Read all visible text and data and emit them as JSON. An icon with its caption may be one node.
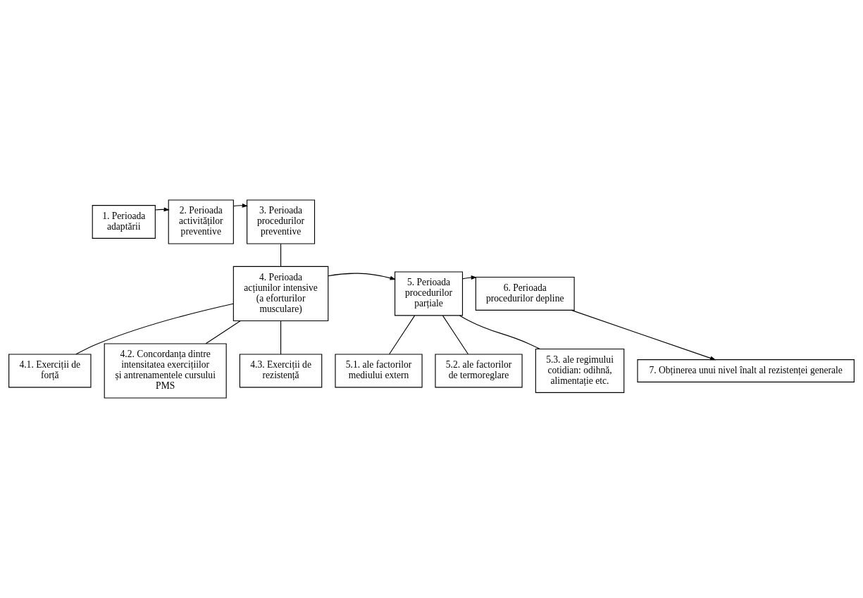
{
  "diagram": {
    "nodes": [
      {
        "text": [
          "1. Perioada adaptării"
        ]
      },
      {
        "text": [
          "2. Perioada activităților preventive"
        ]
      },
      {
        "text": [
          "3. Perioada procedurilor preventive"
        ]
      },
      {
        "text": [
          "4. Perioada acțiunilor intensive  (a eforturilor musculare)"
        ]
      },
      {
        "text": [
          "5. Perioada procedurilor parțiale"
        ]
      },
      {
        "text": [
          "6. Perioada procedurilor depline"
        ]
      },
      {
        "text": [
          "4.1. Exerciții de forță"
        ]
      },
      {
        "text": [
          "4.3. Exerciții de rezistență"
        ]
      },
      {
        "text": [
          "5.1. ale factorilor mediului extern"
        ]
      },
      {
        "text": [
          "5.3. ale regimului cotidian: odihnă, alimentație etc."
        ]
      },
      {
        "text": [
          "4.2. Concordanța dintre intensitatea exercițiilor și antrenamentele cursului PMS"
        ]
      },
      {
        "text": [
          "5.2. ale factorilor de termoreglare"
        ]
      },
      {
        "text": [
          "7. Obținerea unui nivel înalt al rezistenței generale"
        ]
      }
    ],
    "edges": [
      {
        "from": 0,
        "to": 1,
        "arrow": "to"
      },
      {
        "from": 1,
        "to": 2,
        "arrow": "to"
      },
      {
        "from": 2,
        "to": 3,
        "arrow": "none"
      },
      {
        "from": 3,
        "to": 4,
        "arrow": "to"
      },
      {
        "from": 4,
        "to": 5,
        "arrow": "to"
      },
      {
        "from": 5,
        "to": 12,
        "arrow": "to"
      },
      {
        "from": 3,
        "to": 6,
        "arrow": "none"
      },
      {
        "from": 3,
        "to": 10,
        "arrow": "none"
      },
      {
        "from": 3,
        "to": 7,
        "arrow": "none"
      },
      {
        "from": 4,
        "to": 8,
        "arrow": "none"
      },
      {
        "from": 4,
        "to": 11,
        "arrow": "none"
      },
      {
        "from": 4,
        "to": 9,
        "arrow": "none"
      }
    ]
  }
}
